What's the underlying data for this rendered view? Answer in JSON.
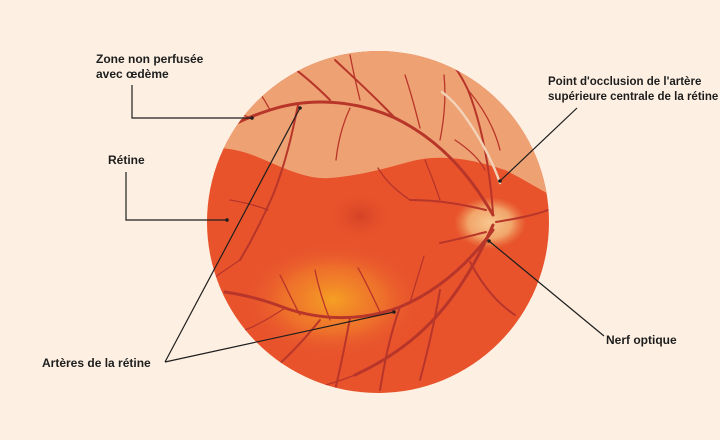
{
  "diagram": {
    "labels": {
      "non_perfused_line1": "Zone non perfusée",
      "non_perfused_line2": "avec œdème",
      "retina": "Rétine",
      "occlusion_line1": "Point d'occlusion de l'artère",
      "occlusion_line2": "supérieure centrale de la rétine",
      "optic_nerve": "Nerf optique",
      "arteries": "Artères de la rétine"
    },
    "colors": {
      "background": "#fdf0e2",
      "retina_red": "#e8532c",
      "edema_zone": "#eea172",
      "macula_glow": "#f6a423",
      "optic_disc": "#f6c08a",
      "vessel": "#b8352a",
      "leader_line": "#1e1e1e"
    }
  }
}
